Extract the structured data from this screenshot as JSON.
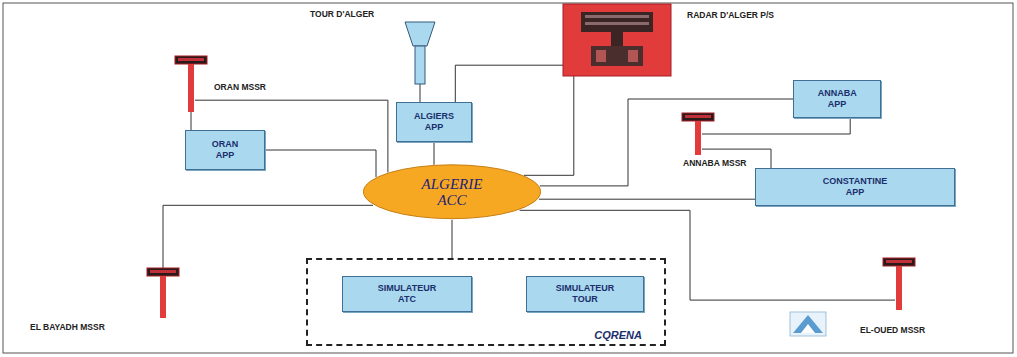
{
  "diagram": {
    "nodes": [
      {
        "text": [
          "TOUR D'ALGER"
        ]
      },
      {
        "text": [
          "RADAR D'ALGER P/S"
        ]
      },
      {
        "text": [
          "ORAN MSSR"
        ]
      },
      {
        "text": [
          "ALGIERS APP"
        ]
      },
      {
        "text": [
          "ANNABA APP"
        ]
      },
      {
        "text": [
          "ORAN APP"
        ]
      },
      {
        "text": [
          "ANNABA MSSR"
        ]
      },
      {
        "text": [
          "ALGERIE ACC"
        ]
      },
      {
        "text": [
          "CONSTANTINE APP"
        ]
      },
      {
        "text": [
          "CQRENA"
        ]
      },
      {
        "text": [
          "SIMULATEUR ATC"
        ],
        "in": 9
      },
      {
        "text": [
          "SIMULATEUR TOUR"
        ],
        "in": 9
      },
      {
        "text": [
          "EL BAYADH MSSR"
        ]
      },
      {
        "text": [
          "EL-OUED MSSR"
        ]
      }
    ],
    "edges": [
      {
        "from": 0,
        "to": 3,
        "arrow": "none"
      },
      {
        "from": 1,
        "to": 3,
        "arrow": "none"
      },
      {
        "from": 1,
        "to": 7,
        "arrow": "none"
      },
      {
        "from": 2,
        "to": 5,
        "arrow": "none"
      },
      {
        "from": 2,
        "to": 7,
        "arrow": "none"
      },
      {
        "from": 5,
        "to": 7,
        "arrow": "none"
      },
      {
        "from": 3,
        "to": 7,
        "arrow": "none"
      },
      {
        "from": 4,
        "to": 7,
        "arrow": "none"
      },
      {
        "from": 6,
        "to": 4,
        "arrow": "none"
      },
      {
        "from": 6,
        "to": 8,
        "arrow": "none"
      },
      {
        "from": 7,
        "to": 8,
        "arrow": "none"
      },
      {
        "from": 7,
        "to": 9,
        "arrow": "none"
      },
      {
        "from": 12,
        "to": 7,
        "arrow": "none"
      },
      {
        "from": 13,
        "to": 7,
        "arrow": "none"
      }
    ]
  }
}
